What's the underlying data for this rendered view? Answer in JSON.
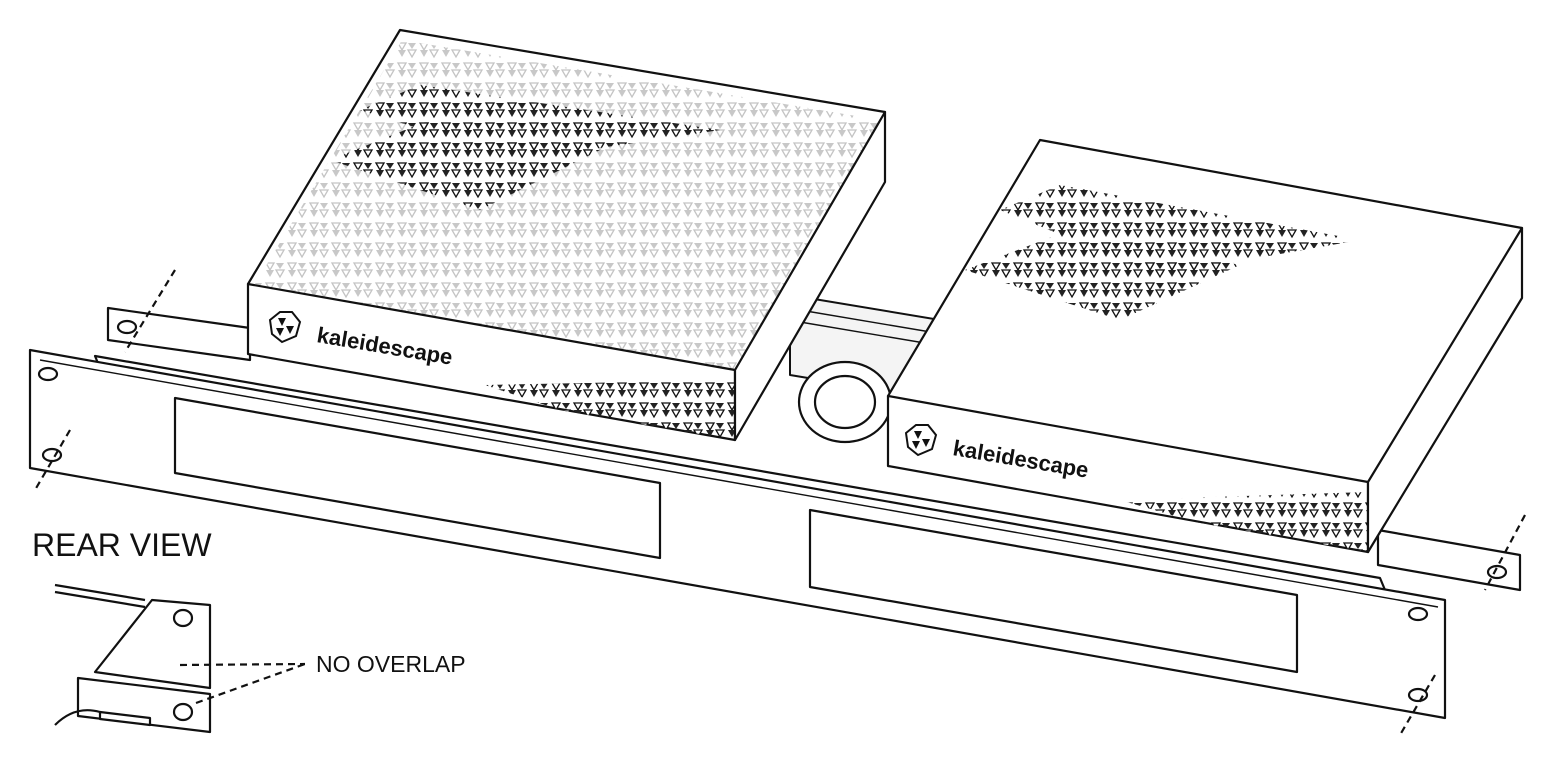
{
  "labels": {
    "rear_view": "REAR VIEW",
    "no_overlap": "NO OVERLAP"
  },
  "devices": [
    {
      "brand": "kaleidescape",
      "icon": "kaleidescape-logo-icon"
    },
    {
      "brand": "kaleidescape",
      "icon": "kaleidescape-logo-icon"
    }
  ],
  "colors": {
    "line": "#111111",
    "background": "#ffffff",
    "panel_fill": "#f4f4f4"
  }
}
